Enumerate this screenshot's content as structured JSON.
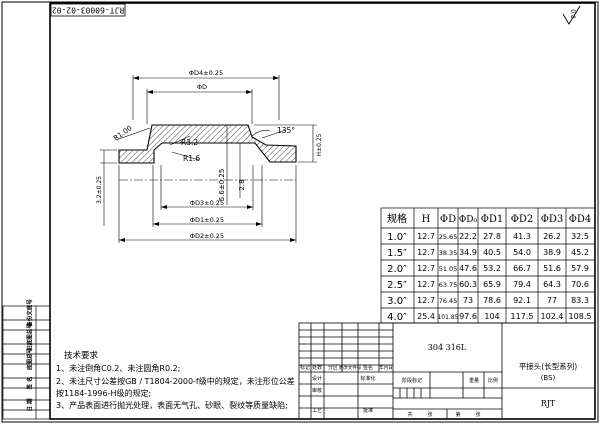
{
  "drawing_number": "RJT-60003-02-02",
  "roughness_symbol": "0.8",
  "dimensions": {
    "d4": "ΦD4±0.25",
    "d": "ΦD",
    "chamfer_r": "R1.00",
    "r32": "R3.2",
    "r16": "R1.6",
    "angle": "135°",
    "h_right": "H±0.25",
    "h_left": "3.2±0.25",
    "wall": "5.6±0.25",
    "flange": "2.8",
    "d3": "ΦD3±0.25",
    "d1": "ΦD1±0.25",
    "d2": "ΦD2±0.25"
  },
  "spec_table": {
    "headers": [
      "规格",
      "H",
      "ΦD",
      "ΦD₀",
      "ΦD1",
      "ΦD2",
      "ΦD3",
      "ΦD4"
    ],
    "rows": [
      [
        "1.0″",
        "12.7",
        "25.65",
        "22.2",
        "27.8",
        "41.3",
        "26.2",
        "32.5"
      ],
      [
        "1.5″",
        "12.7",
        "38.35",
        "34.9",
        "40.5",
        "54.0",
        "38.9",
        "45.2"
      ],
      [
        "2.0″",
        "12.7",
        "51.05",
        "47.6",
        "53.2",
        "66.7",
        "51.6",
        "57.9"
      ],
      [
        "2.5″",
        "12.7",
        "63.75",
        "60.3",
        "65.9",
        "79.4",
        "64.3",
        "70.6"
      ],
      [
        "3.0″",
        "12.7",
        "76.45",
        "73",
        "78.6",
        "92.1",
        "77",
        "83.3"
      ],
      [
        "4.0″",
        "25.4",
        "101.85",
        "97.6",
        "104",
        "117.5",
        "102.4",
        "108.5"
      ]
    ]
  },
  "tech_notes": {
    "title": "技术要求",
    "lines": [
      "1、未注倒角C0.2、未注圆角R0.2;",
      "2、未注尺寸公差按GB / T1804-2000-f级中的规定，未注形位公差",
      "按1184-1996-H级的规定;",
      "3、产品表面进行抛光处理，表面无气孔、砂眼、裂纹等质量缺陷;"
    ]
  },
  "side_stamp_labels": [
    "备份文底号",
    "旧底图总号",
    "底图总号",
    "签 名",
    "日 期"
  ],
  "title_block": {
    "material": "304 316L",
    "part_name": "平接头(长型系列)",
    "part_code": "(BS)",
    "company": "RJT",
    "row_labels": [
      "标记",
      "处数",
      "分区",
      "更改文件号",
      "签名",
      "年月日"
    ],
    "design": "设计",
    "standardize": "标准化",
    "review": "审核",
    "process": "工艺",
    "approve": "批准",
    "stage_mark": "阶段标记",
    "weight": "重量",
    "scale": "比例",
    "sheets_total": "共",
    "sheet": "张",
    "sheet_no": "第",
    "sheet_unit": "张"
  }
}
